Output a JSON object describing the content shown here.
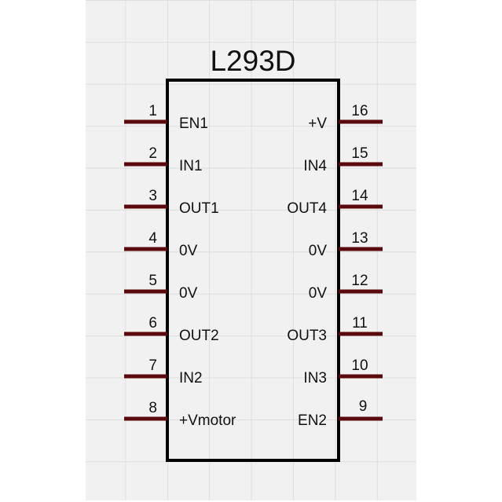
{
  "part_name": "L293D",
  "pin_color": "#5a0a0e",
  "left_pins": [
    {
      "number": "1",
      "label": "EN1"
    },
    {
      "number": "2",
      "label": "IN1"
    },
    {
      "number": "3",
      "label": "OUT1"
    },
    {
      "number": "4",
      "label": "0V"
    },
    {
      "number": "5",
      "label": "0V"
    },
    {
      "number": "6",
      "label": "OUT2"
    },
    {
      "number": "7",
      "label": "IN2"
    },
    {
      "number": "8",
      "label": "+Vmotor"
    }
  ],
  "right_pins": [
    {
      "number": "16",
      "label": "+V"
    },
    {
      "number": "15",
      "label": "IN4"
    },
    {
      "number": "14",
      "label": "OUT4"
    },
    {
      "number": "13",
      "label": "0V"
    },
    {
      "number": "12",
      "label": "0V"
    },
    {
      "number": "11",
      "label": "OUT3"
    },
    {
      "number": "10",
      "label": "IN3"
    },
    {
      "number": "9",
      "label": "EN2"
    }
  ]
}
